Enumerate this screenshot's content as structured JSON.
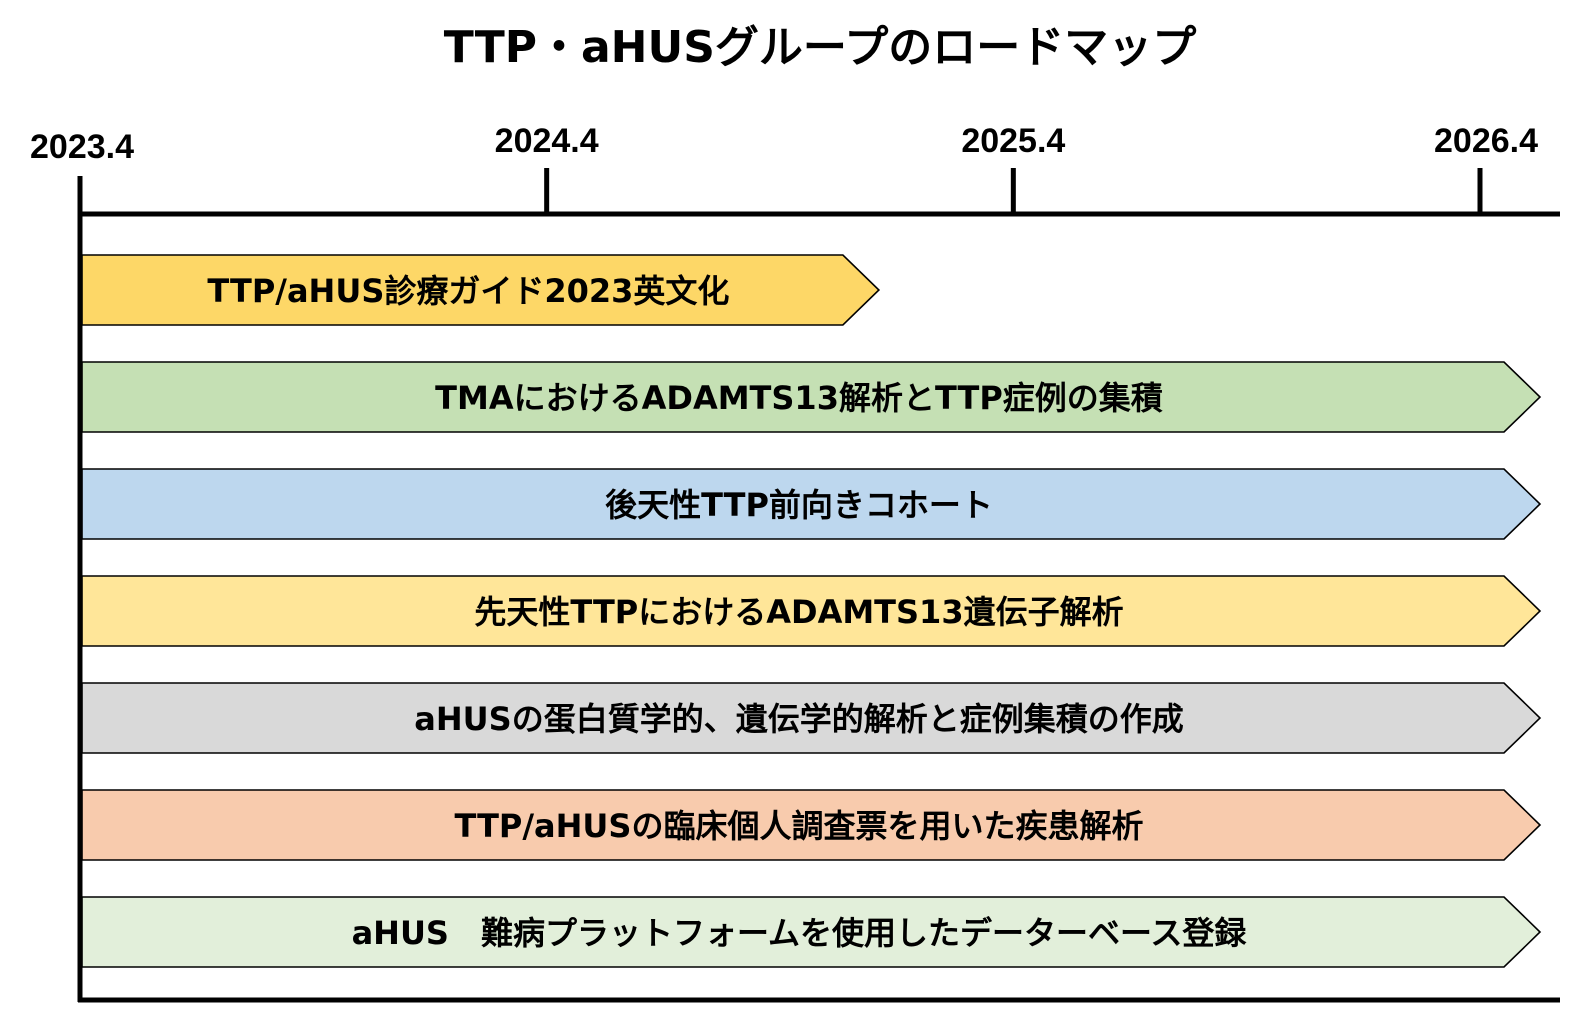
{
  "title": "TTP・aHUSグループのロードマップ",
  "timeline": {
    "ticks": [
      "2023.4",
      "2024.4",
      "2025.4",
      "2026.4"
    ]
  },
  "tasks": [
    {
      "label": "TTP/aHUS診療ガイド2023英文化",
      "start": "2023.4",
      "end": "2024.11",
      "color": "#fdd767"
    },
    {
      "label": "TMAにおけるADAMTS13解析とTTP症例の集積",
      "start": "2023.4",
      "end": "2026.4",
      "color": "#c5e0b4"
    },
    {
      "label": "後天性TTP前向きコホート",
      "start": "2023.4",
      "end": "2026.4",
      "color": "#bdd7ee"
    },
    {
      "label": "先天性TTPにおけるADAMTS13遺伝子解析",
      "start": "2023.4",
      "end": "2026.4",
      "color": "#ffe699"
    },
    {
      "label": "aHUSの蛋白質学的、遺伝学的解析と症例集積の作成",
      "start": "2023.4",
      "end": "2026.4",
      "color": "#d9d9d9"
    },
    {
      "label": "TTP/aHUSの臨床個人調査票を用いた疾患解析",
      "start": "2023.4",
      "end": "2026.4",
      "color": "#f8cbad"
    },
    {
      "label": "aHUS　難病プラットフォームを使用したデーターベース登録",
      "start": "2023.4",
      "end": "2026.4",
      "color": "#e2efda"
    }
  ]
}
